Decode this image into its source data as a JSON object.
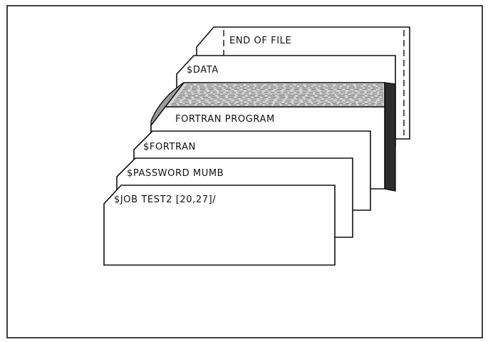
{
  "figure": {
    "colors": {
      "ink": "#111111",
      "paper": "#ffffff"
    },
    "cards": [
      {
        "id": "end-of-file",
        "label": "END OF FILE"
      },
      {
        "id": "data",
        "label": "$DATA"
      },
      {
        "id": "fortran-program",
        "label": "FORTRAN PROGRAM"
      },
      {
        "id": "fortran",
        "label": "$FORTRAN"
      },
      {
        "id": "password",
        "label": "$PASSWORD MUMB"
      },
      {
        "id": "job",
        "label": "$JOB TEST2 [20,27]/"
      }
    ]
  }
}
